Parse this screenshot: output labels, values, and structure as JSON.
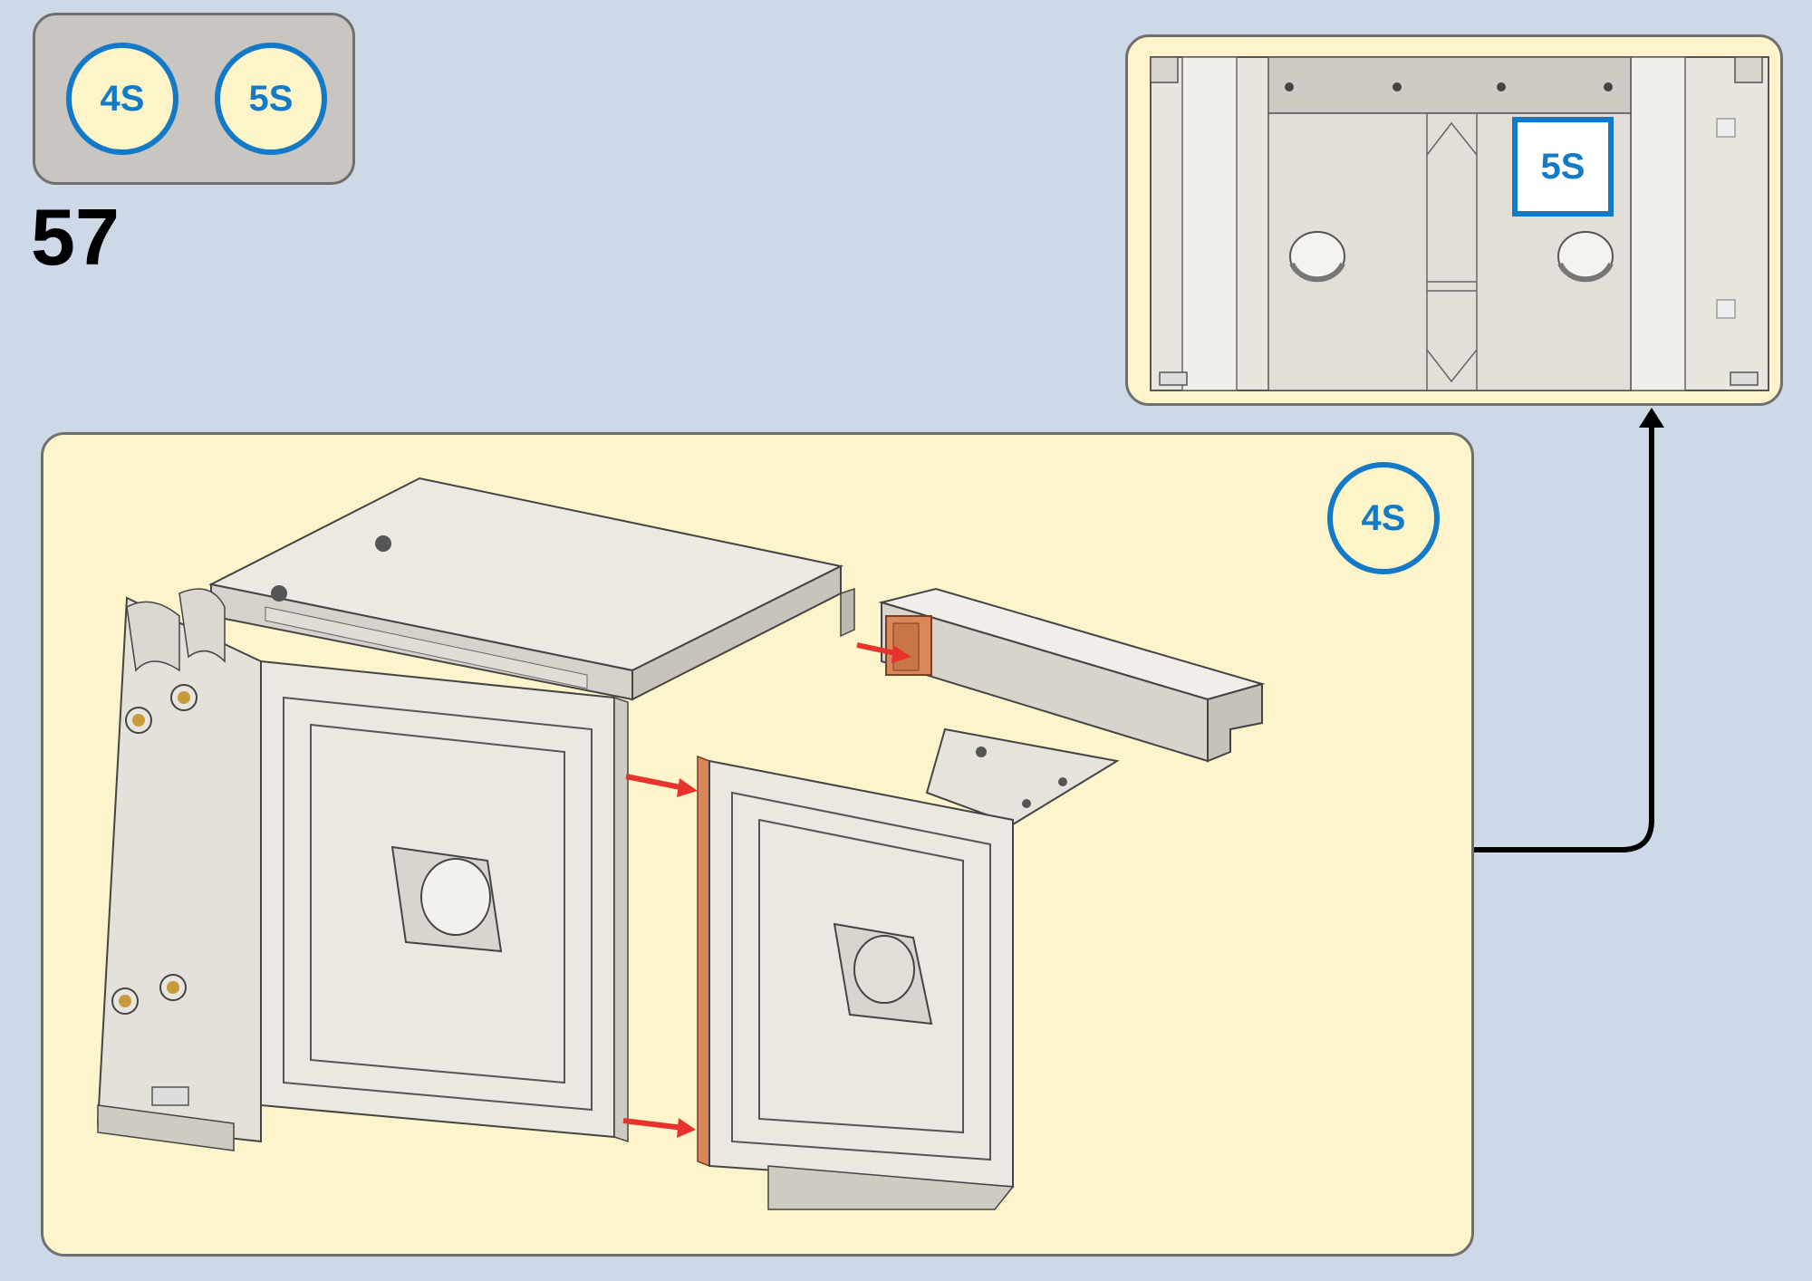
{
  "step": {
    "number": "57"
  },
  "parts": [
    {
      "label": "4S"
    },
    {
      "label": "5S"
    }
  ],
  "main": {
    "badge": "4S"
  },
  "detail": {
    "tag": "5S"
  },
  "colors": {
    "background": "#cdd9e6",
    "panel": "#fdf4cb",
    "accent_blue": "#137ac7",
    "arrow_red": "#e8322c",
    "insert_orange": "#d9875a"
  }
}
